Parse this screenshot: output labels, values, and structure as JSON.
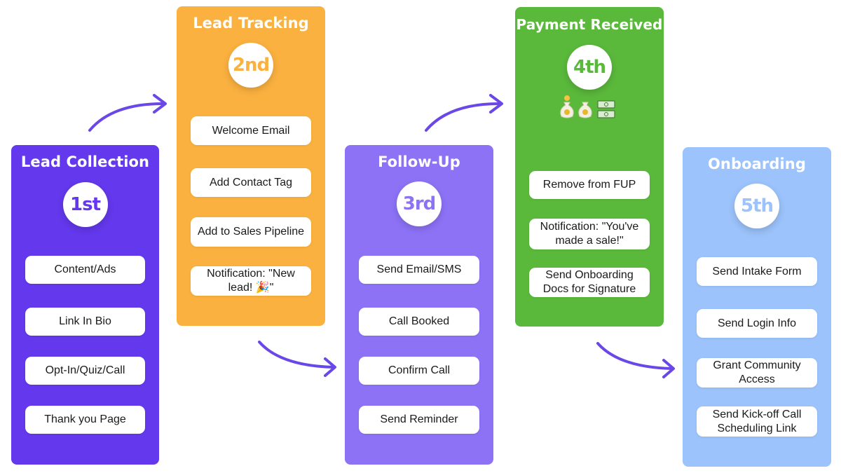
{
  "colors": {
    "lead_collection": "#6438ec",
    "lead_tracking": "#fbb13f",
    "follow_up": "#8d72f6",
    "payment_received": "#5ab93b",
    "onboarding": "#9cc3fb",
    "arrow": "#6a48e8"
  },
  "stages": [
    {
      "title": "Lead Collection",
      "step": "1st",
      "items": [
        "Content/Ads",
        "Link In Bio",
        "Opt-In/Quiz/Call",
        "Thank you Page"
      ]
    },
    {
      "title": "Lead Tracking",
      "step": "2nd",
      "items": [
        "Welcome Email",
        "Add Contact Tag",
        "Add to Sales Pipeline",
        "Notification: \"New lead! 🎉\""
      ]
    },
    {
      "title": "Follow-Up",
      "step": "3rd",
      "items": [
        "Send Email/SMS",
        "Call Booked",
        "Confirm Call",
        "Send Reminder"
      ]
    },
    {
      "title": "Payment Received",
      "step": "4th",
      "icons": [
        "money-bag-icon",
        "money-bag-icon",
        "banknote-icon"
      ],
      "items": [
        "Remove from FUP",
        "Notification: \"You've made a sale!\"",
        "Send Onboarding Docs for Signature"
      ]
    },
    {
      "title": "Onboarding",
      "step": "5th",
      "items": [
        "Send Intake Form",
        "Send Login Info",
        "Grant Community Access",
        "Send Kick-off Call Scheduling Link"
      ]
    }
  ]
}
